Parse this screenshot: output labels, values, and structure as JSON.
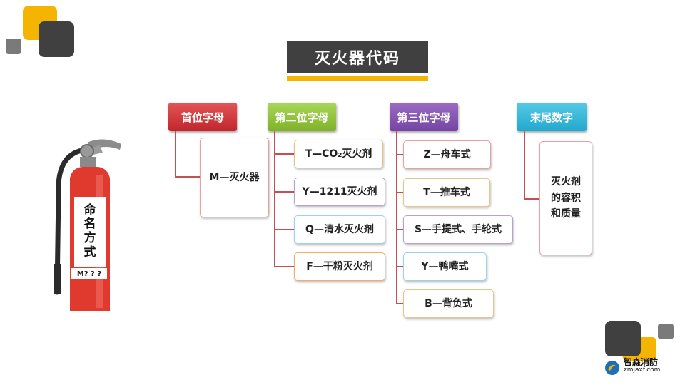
{
  "title": "灭火器代码",
  "columns": [
    {
      "header": "首位字母",
      "items": [
        "M—灭火器"
      ]
    },
    {
      "header": "第二位字母",
      "items": [
        "T—CO₂灭火剂",
        "Y—1211灭火剂",
        "Q—清水灭火剂",
        "F—干粉灭火剂"
      ]
    },
    {
      "header": "第三位字母",
      "items": [
        "Z—舟车式",
        "T—推车式",
        "S—手提式、手轮式",
        "Y—鸭嘴式",
        "B—背负式"
      ]
    },
    {
      "header": "末尾数字",
      "items": [
        "灭火剂",
        "的容积",
        "和质量"
      ]
    }
  ],
  "extinguisher": {
    "label_chars": [
      "命",
      "名",
      "方",
      "式"
    ],
    "code": "M? ? ?"
  },
  "brand": {
    "name": "智淼消防",
    "url": "zmjaxf.com"
  },
  "colors": {
    "red": "#c0262b",
    "green": "#7fb228",
    "purple": "#7545a3",
    "cyan": "#22a8cc",
    "dark": "#404040",
    "yellow": "#f4b400"
  }
}
